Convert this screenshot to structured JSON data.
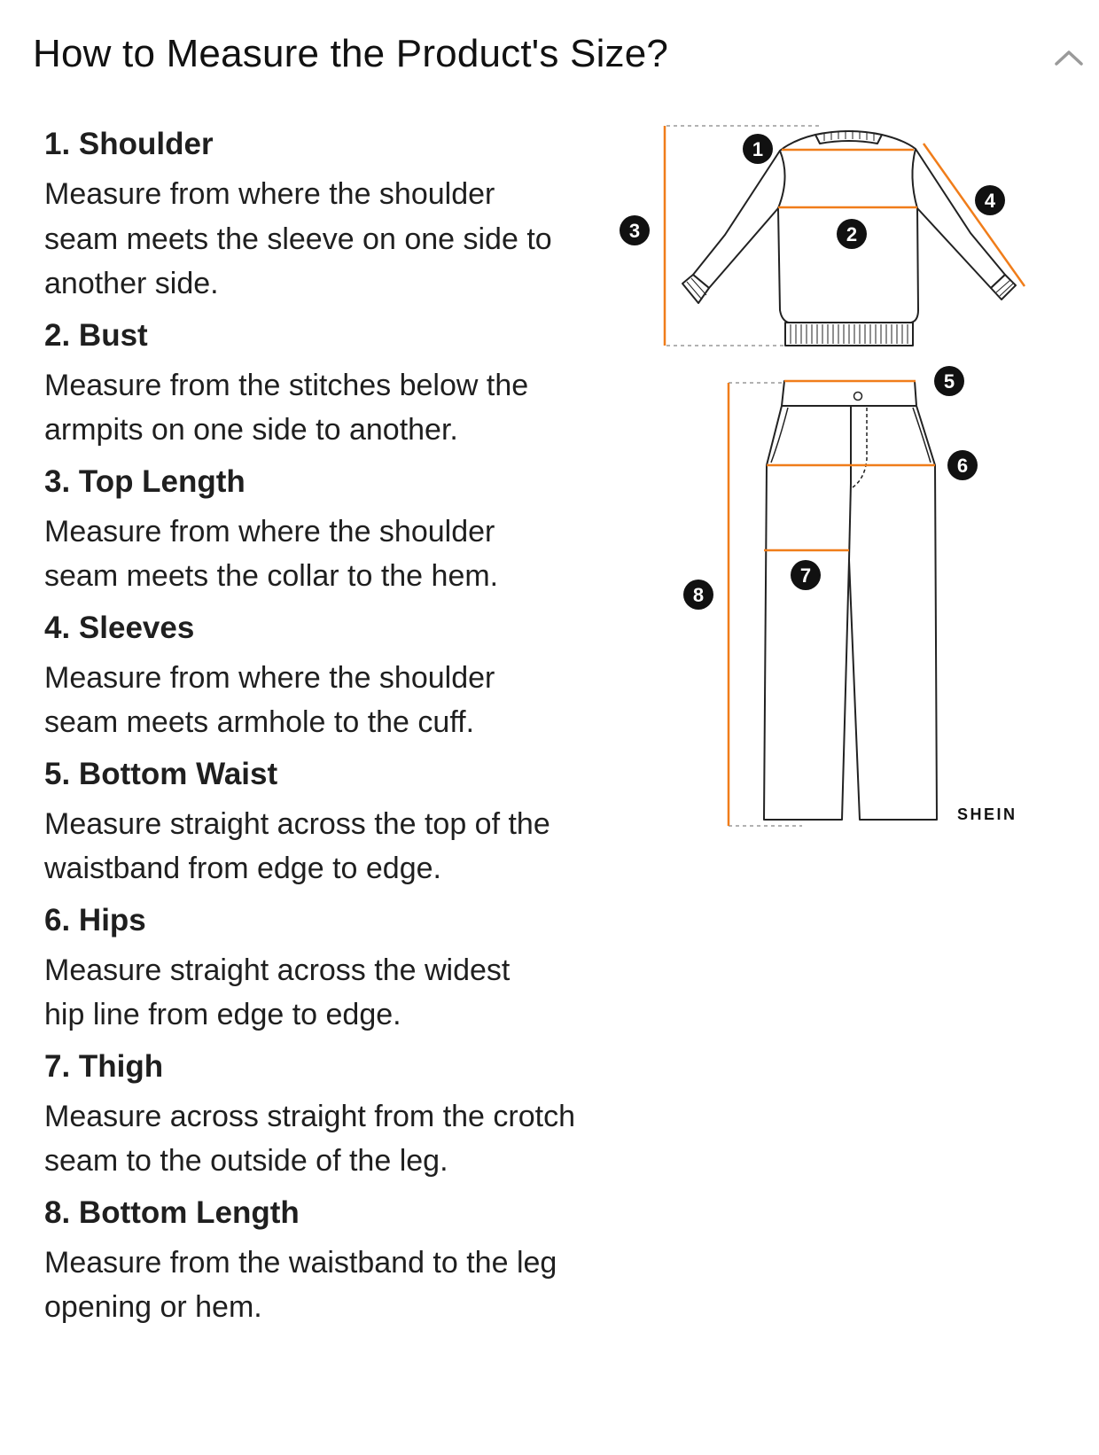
{
  "header": {
    "title": "How to Measure the Product's Size?",
    "collapse_icon": "chevron-up-icon"
  },
  "measurements": [
    {
      "heading": "1. Shoulder",
      "description": "Measure from where the shoulder seam meets the sleeve on one side to another side."
    },
    {
      "heading": "2. Bust",
      "description": "Measure from the stitches below the armpits on one side to another."
    },
    {
      "heading": "3. Top Length",
      "description": "Measure from where the shoulder seam meets the collar to the hem."
    },
    {
      "heading": "4. Sleeves",
      "description": "Measure from where the shoulder seam meets armhole to the cuff."
    },
    {
      "heading": "5. Bottom Waist",
      "description": "Measure straight across the top of the waistband from edge to edge."
    },
    {
      "heading": "6. Hips",
      "description": "Measure straight across the widest hip line from edge to edge."
    },
    {
      "heading": "7. Thigh",
      "description": "Measure across straight from the crotch seam to the outside of the leg."
    },
    {
      "heading": "8. Bottom Length",
      "description": "Measure from the waistband to the leg opening or hem."
    }
  ],
  "diagram": {
    "markers": [
      "1",
      "2",
      "3",
      "4",
      "5",
      "6",
      "7",
      "8"
    ],
    "brand": "SHEIN",
    "colors": {
      "measure_line": "#f07d1a",
      "outline": "#222222",
      "badge": "#111111"
    }
  }
}
